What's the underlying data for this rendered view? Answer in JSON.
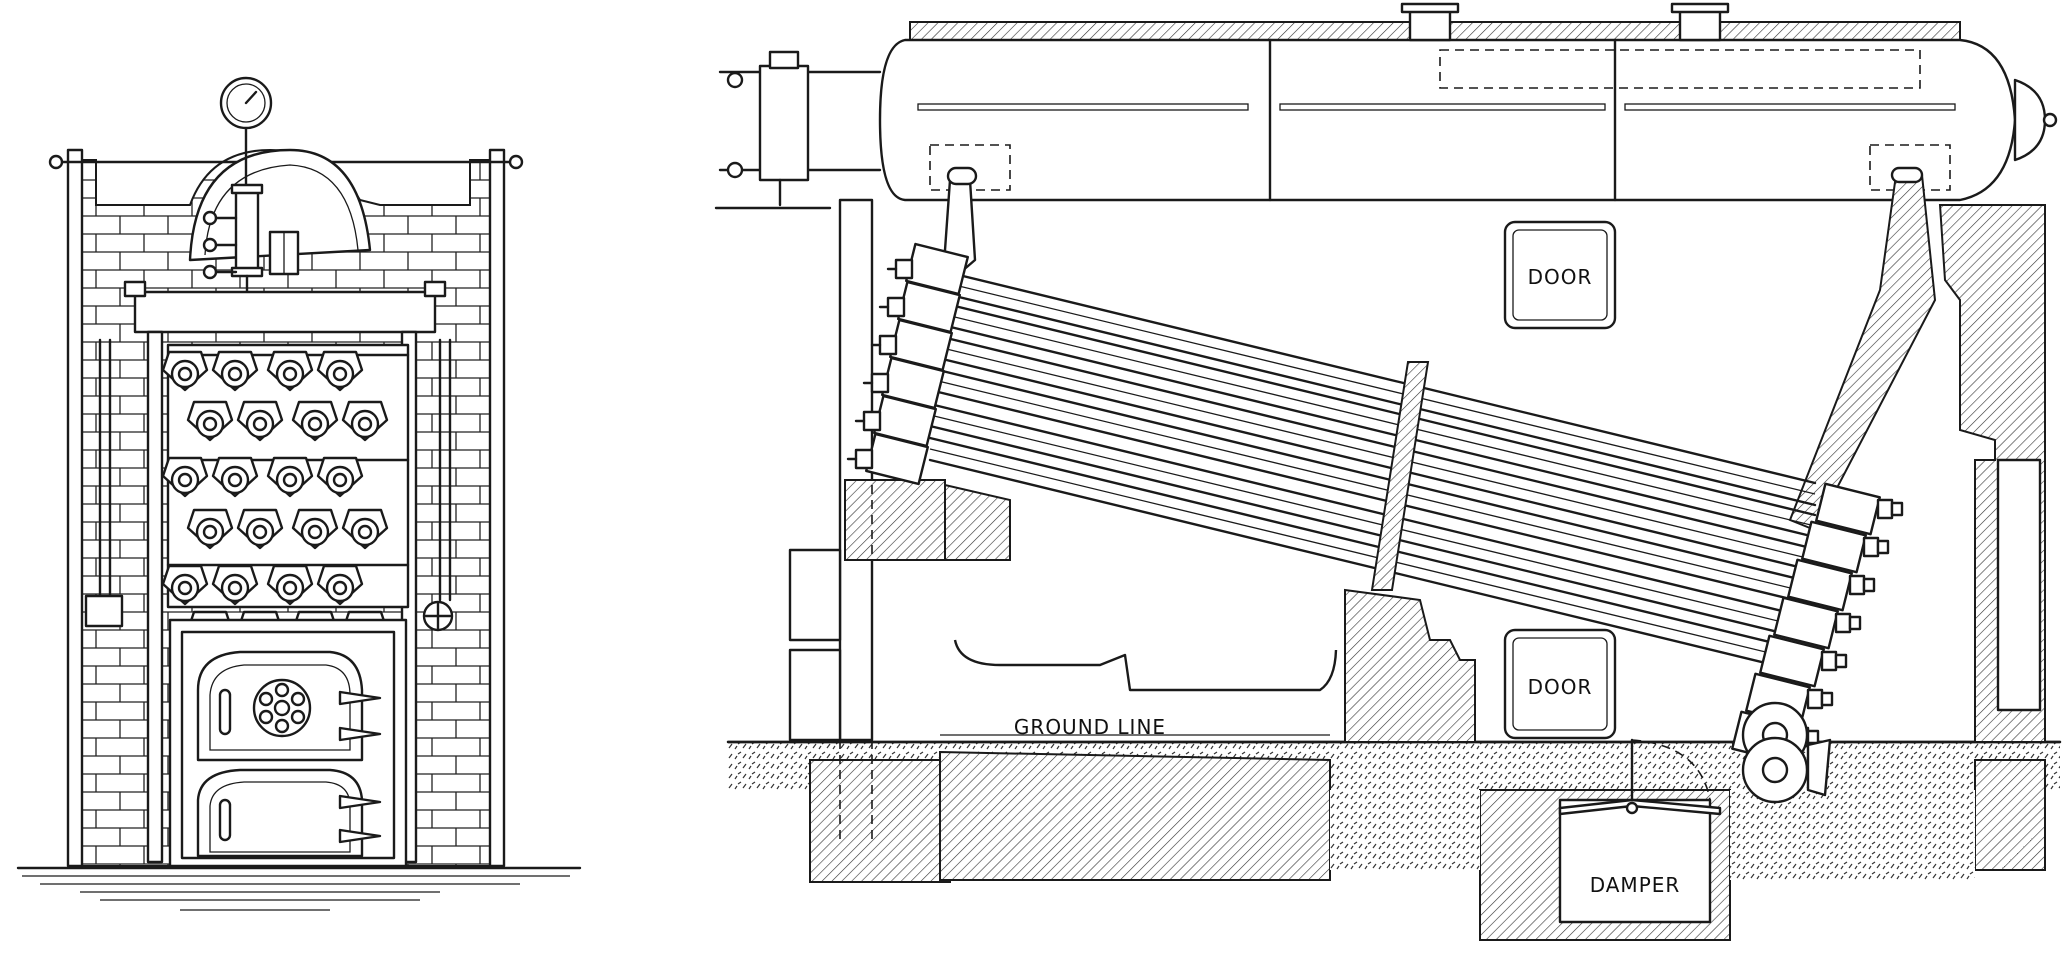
{
  "labels": {
    "door_upper": "DOOR",
    "door_lower": "DOOR",
    "ground_line": "GROUND LINE",
    "damper": "DAMPER"
  }
}
